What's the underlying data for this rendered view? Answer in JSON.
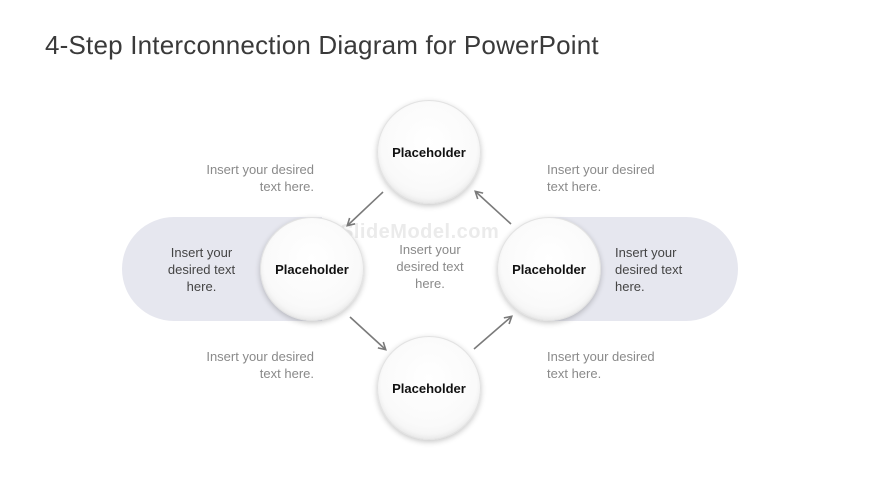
{
  "slide": {
    "title": "4-Step Interconnection Diagram for PowerPoint",
    "watermark": "SlideModel.com"
  },
  "nodes": {
    "top": "Placeholder",
    "left": "Placeholder",
    "right": "Placeholder",
    "bottom": "Placeholder"
  },
  "texts": {
    "top_left": "Insert your desired text here.",
    "top_right": "Insert your desired text here.",
    "bottom_left": "Insert your desired text here.",
    "bottom_right": "Insert your desired text here.",
    "center": "Insert your desired text here.",
    "band_left": "Insert your desired text here.",
    "band_right": "Insert your desired text here."
  },
  "colors": {
    "band": "#e6e7ef",
    "arrow": "#7a7a7a",
    "title": "#3a3a3a",
    "caption": "#8a8a8a"
  }
}
